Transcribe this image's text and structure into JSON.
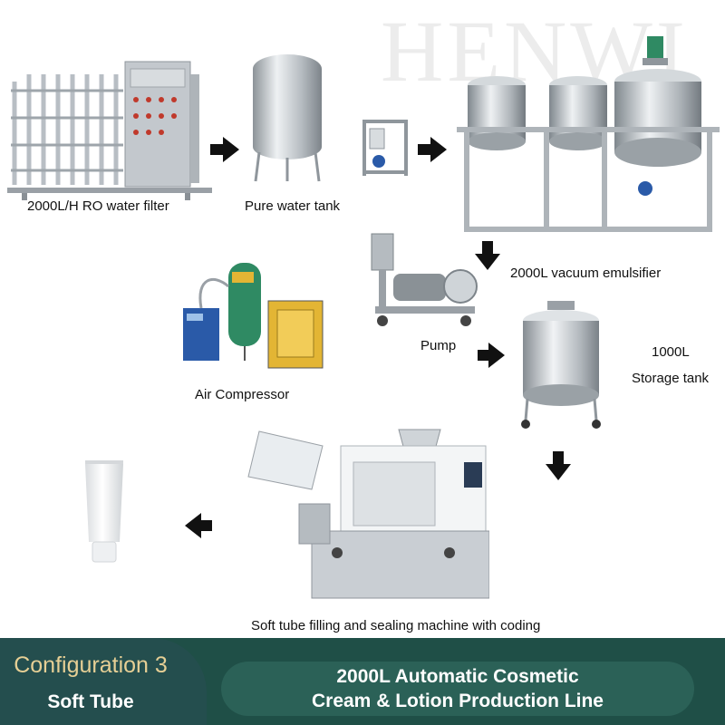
{
  "watermark": "HENWI",
  "steps": [
    {
      "name": "ro-water-filter",
      "label": "2000L/H RO water filter"
    },
    {
      "name": "pure-water-tank",
      "label": "Pure water tank"
    },
    {
      "name": "vacuum-emulsifier",
      "label": "2000L vacuum emulsifier"
    },
    {
      "name": "pump",
      "label": "Pump"
    },
    {
      "name": "storage-tank",
      "label_line1": "1000L",
      "label_line2": "Storage tank"
    },
    {
      "name": "air-compressor",
      "label": "Air Compressor"
    },
    {
      "name": "tube-filling-machine",
      "label": "Soft tube filling and sealing machine with coding"
    },
    {
      "name": "soft-tube-product",
      "label": ""
    }
  ],
  "footer": {
    "config_title": "Configuration 3",
    "config_subtitle": "Soft Tube",
    "title_line1": "2000L Automatic Cosmetic",
    "title_line2": "Cream & Lotion Production Line"
  },
  "colors": {
    "footer_dark": "#1f4f47",
    "config_gold": "#e6cf95",
    "pill": "#2b6157",
    "steel": "#c9ced3",
    "tank_green": "#2f8a63",
    "compressor_yellow": "#e3b534",
    "dryer_blue": "#2a5aa8"
  }
}
